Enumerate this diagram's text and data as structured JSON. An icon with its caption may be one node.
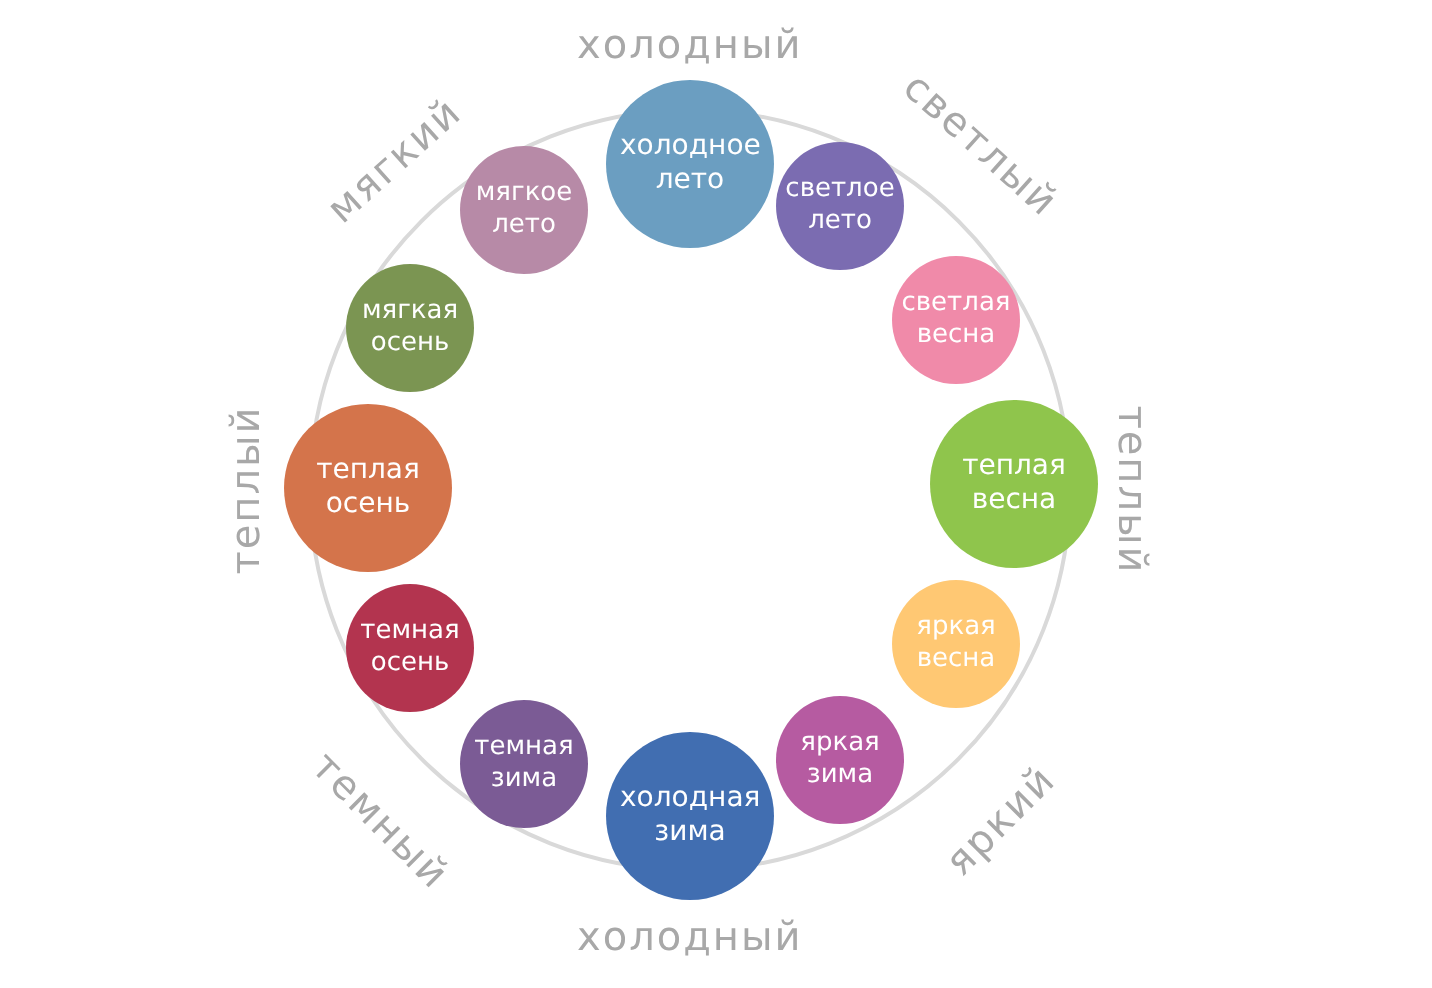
{
  "diagram": {
    "nodes": [
      {
        "text": [
          "холодное лето"
        ]
      },
      {
        "text": [
          "мягкое лето"
        ]
      },
      {
        "text": [
          "светлое лето"
        ]
      },
      {
        "text": [
          "мягкая осень"
        ]
      },
      {
        "text": [
          "светлая весна"
        ]
      },
      {
        "text": [
          "теплая осень"
        ]
      },
      {
        "text": [
          "теплая весна"
        ]
      },
      {
        "text": [
          "темная осень"
        ]
      },
      {
        "text": [
          "яркая весна"
        ]
      },
      {
        "text": [
          "темная зима"
        ]
      },
      {
        "text": [
          "яркая зима"
        ]
      },
      {
        "text": [
          "холодная зима"
        ]
      }
    ],
    "edges": [],
    "labels": [
      "холодный",
      "мягкий",
      "светлый",
      "теплый",
      "теплый",
      "темный",
      "яркий",
      "холодный"
    ]
  }
}
